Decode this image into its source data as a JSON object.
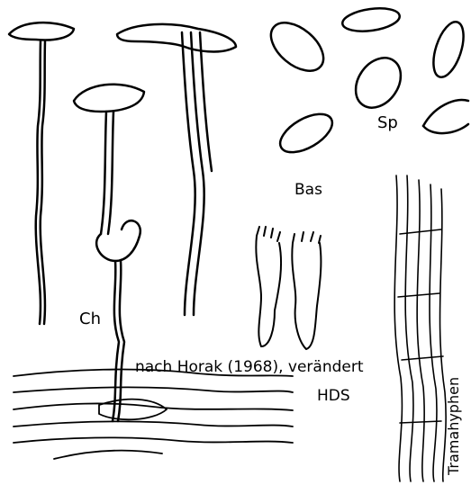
{
  "figure": {
    "labels": {
      "spores": "Sp",
      "basidia": "Bas",
      "cheilocystidia": "Ch",
      "credit": "nach Horak (1968), verändert",
      "pileipellis": "HDS",
      "trama": "Tramahyphen"
    },
    "ink_color": "#000000",
    "background_color": "#ffffff"
  }
}
